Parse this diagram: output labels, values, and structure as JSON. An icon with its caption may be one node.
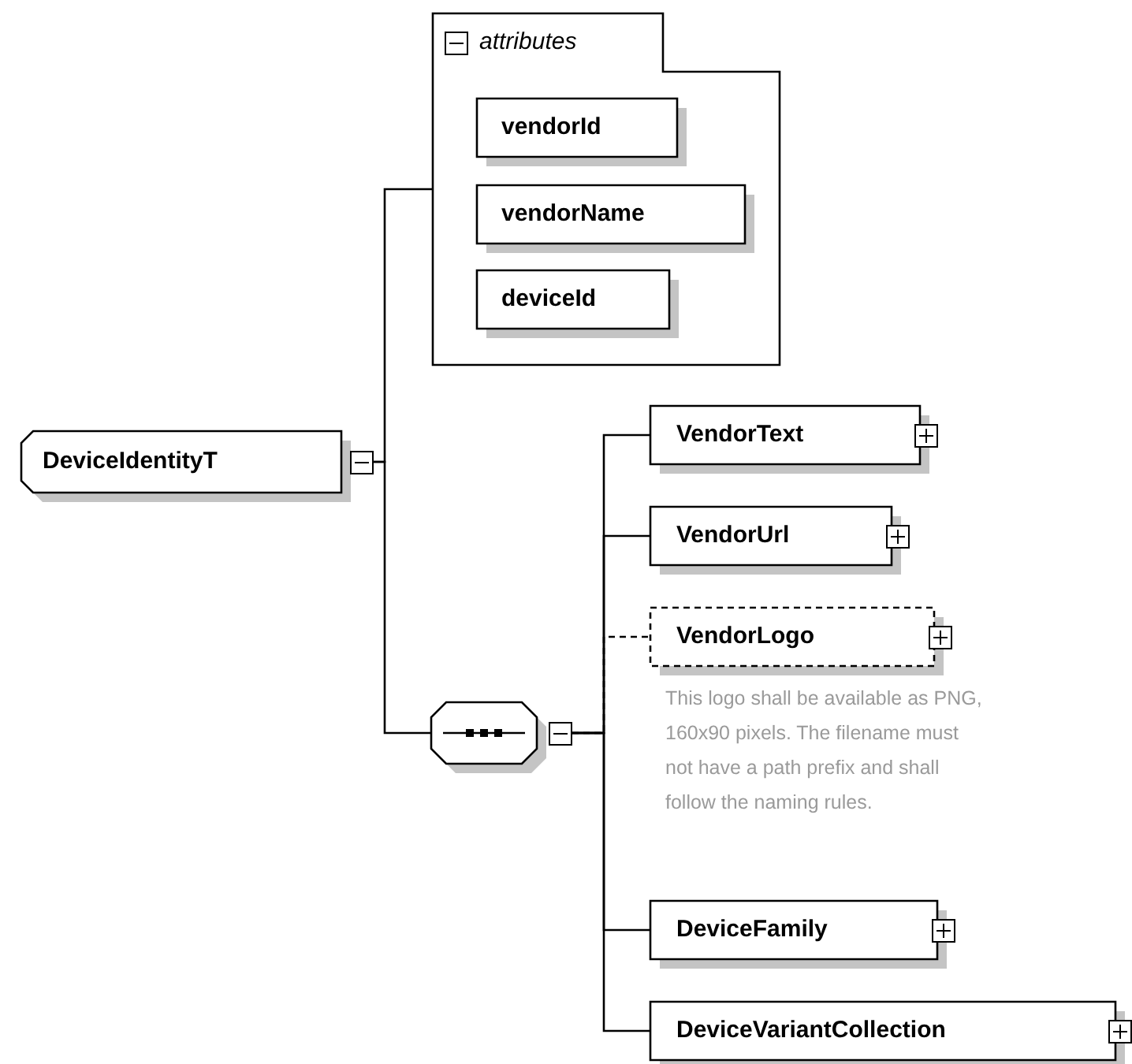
{
  "diagram": {
    "nodes": [
      {
        "text": [
          "DeviceIdentityT"
        ]
      },
      {
        "text": [
          "attributes"
        ]
      },
      {
        "text": [
          "vendorId"
        ],
        "in": 1
      },
      {
        "text": [
          "vendorName"
        ],
        "in": 1
      },
      {
        "text": [
          "deviceId"
        ],
        "in": 1
      },
      {
        "text": [],
        "shape": "octagon"
      },
      {
        "text": [
          "VendorText"
        ]
      },
      {
        "text": [
          "VendorUrl"
        ]
      },
      {
        "text": [
          "VendorLogo"
        ],
        "beside": [
          "This logo shall be available as PNG, 160x90 pixels. The filename must not have a path prefix and shall follow the naming rules."
        ]
      },
      {
        "text": [
          "DeviceFamily"
        ]
      },
      {
        "text": [
          "DeviceVariantCollection"
        ]
      }
    ],
    "edges": [
      {
        "from": 0,
        "to": 1,
        "arrow": "none"
      },
      {
        "from": 0,
        "to": 5,
        "arrow": "none"
      },
      {
        "from": 5,
        "to": 6,
        "arrow": "none"
      },
      {
        "from": 5,
        "to": 7,
        "arrow": "none"
      },
      {
        "from": 5,
        "to": 8,
        "arrow": "none",
        "style": "dashed"
      },
      {
        "from": 5,
        "to": 9,
        "arrow": "none"
      },
      {
        "from": 5,
        "to": 10,
        "arrow": "none"
      }
    ]
  }
}
